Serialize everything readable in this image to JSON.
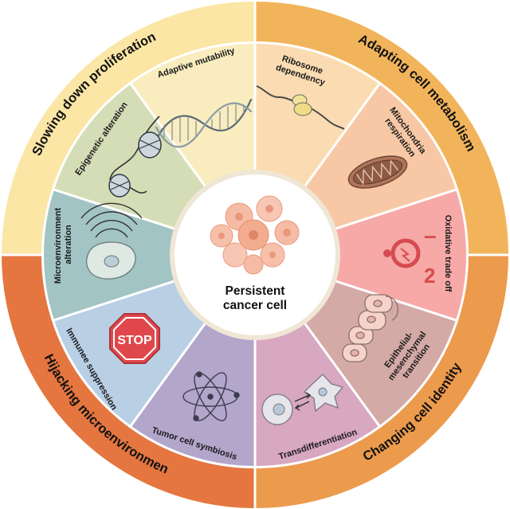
{
  "center": {
    "lines": [
      "Persistent",
      "cancer cell"
    ]
  },
  "quadrants": [
    {
      "id": "q-slowing",
      "label": "Slowing down proliferation",
      "color": "#fbe6a5"
    },
    {
      "id": "q-metabolism",
      "label": "Adapting cell metabolism",
      "color": "#f2b45b"
    },
    {
      "id": "q-identity",
      "label": "Changing cell identity",
      "color": "#ec9a4c"
    },
    {
      "id": "q-hijacking",
      "label": "Hijacking microenvironment",
      "color": "#e5763f"
    }
  ],
  "segments": [
    {
      "id": "adaptive-mutability",
      "lines": [
        "Adaptive mutability"
      ],
      "color": "#f9edbf"
    },
    {
      "id": "ribosome-dependency",
      "lines": [
        "Ribosome",
        "dependency"
      ],
      "color": "#fbdcb2"
    },
    {
      "id": "mitochondria-respiration",
      "lines": [
        "Mitochondria",
        "respiration"
      ],
      "color": "#f8c8a6"
    },
    {
      "id": "oxidative-trade-off",
      "lines": [
        "Oxidative trade off"
      ],
      "color": "#f6a9a7"
    },
    {
      "id": "emt",
      "lines": [
        "Epithelial-",
        "mesenchymal",
        "transition"
      ],
      "color": "#d4aaa6"
    },
    {
      "id": "transdifferentiation",
      "lines": [
        "Transdifferentiation"
      ],
      "color": "#d8a7c0"
    },
    {
      "id": "tumor-cell-symbiosis",
      "lines": [
        "Tumor cell symbiosis"
      ],
      "color": "#b3a6cb"
    },
    {
      "id": "immunee-suppression",
      "lines": [
        "Immunee suppression"
      ],
      "color": "#b8cfe4"
    },
    {
      "id": "microenvironment-alteration",
      "lines": [
        "Microenvironment",
        "alteration"
      ],
      "color": "#a2c4c4"
    },
    {
      "id": "epigenetic-alteration",
      "lines": [
        "Epigenetic alteration"
      ],
      "color": "#d5ddb6"
    }
  ],
  "icons": {
    "stop_sign_text": "STOP",
    "oxygen_symbol": "O",
    "oxygen_subscript": "2",
    "oxygen_charge": "–"
  },
  "colors": {
    "divider": "#ffffff",
    "stop_red": "#e0474c",
    "oxygen_red": "#d64b4f",
    "cell_orange": "#f2ad8f"
  }
}
